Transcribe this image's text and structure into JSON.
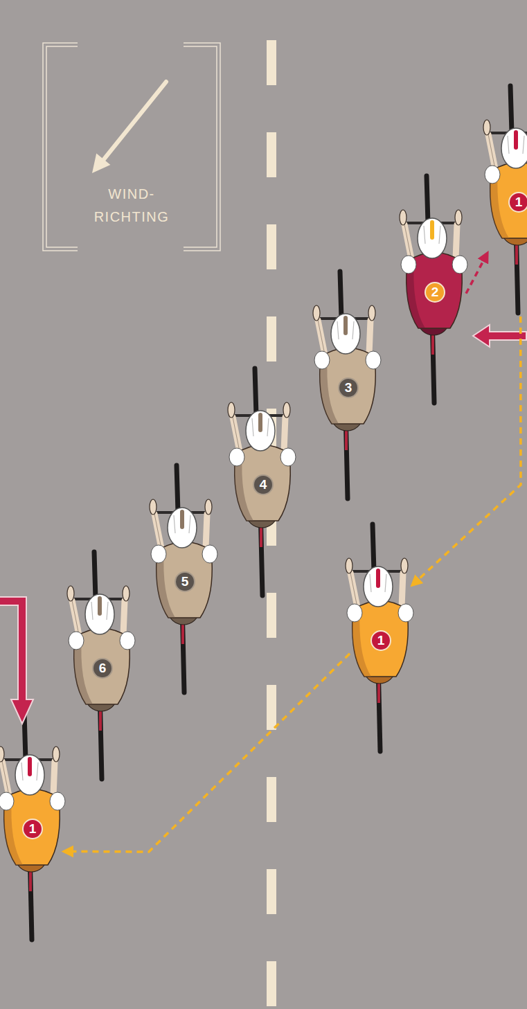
{
  "diagram": {
    "nodes": [
      {
        "text": [
          "WIND- RICHTING"
        ]
      },
      {
        "text": [
          "1"
        ]
      },
      {
        "text": [
          "2"
        ]
      },
      {
        "text": [
          "3"
        ]
      },
      {
        "text": [
          "4"
        ]
      },
      {
        "text": [
          "5"
        ]
      },
      {
        "text": [
          "1"
        ]
      },
      {
        "text": [
          "6"
        ]
      },
      {
        "text": [
          "1"
        ]
      }
    ],
    "edges": [
      {
        "from": 2,
        "to": 1,
        "arrow": "to"
      },
      {
        "from": 1,
        "to": 6,
        "arrow": "to"
      },
      {
        "from": 6,
        "to": 8,
        "arrow": "to"
      }
    ]
  }
}
